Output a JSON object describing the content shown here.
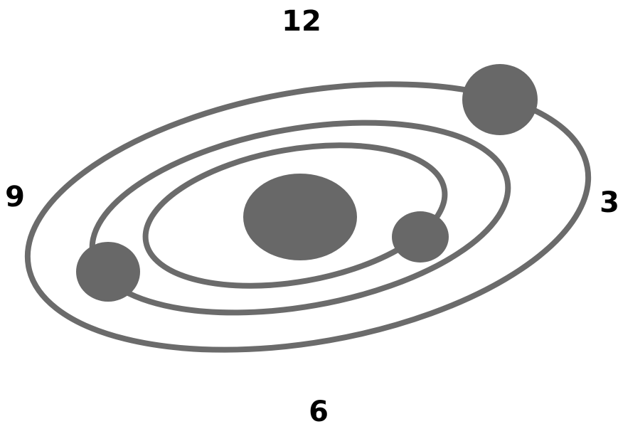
{
  "clock_labels": {
    "twelve": "12",
    "three": "3",
    "six": "6",
    "nine": "9"
  },
  "bodies": {
    "central": "sun",
    "planets": [
      "outer-planet",
      "middle-planet",
      "inner-planet"
    ]
  },
  "colors": {
    "orbit_stroke": "#6b6b6b",
    "body_fill": "#686868",
    "label_text": "#000000",
    "background": "#ffffff"
  }
}
